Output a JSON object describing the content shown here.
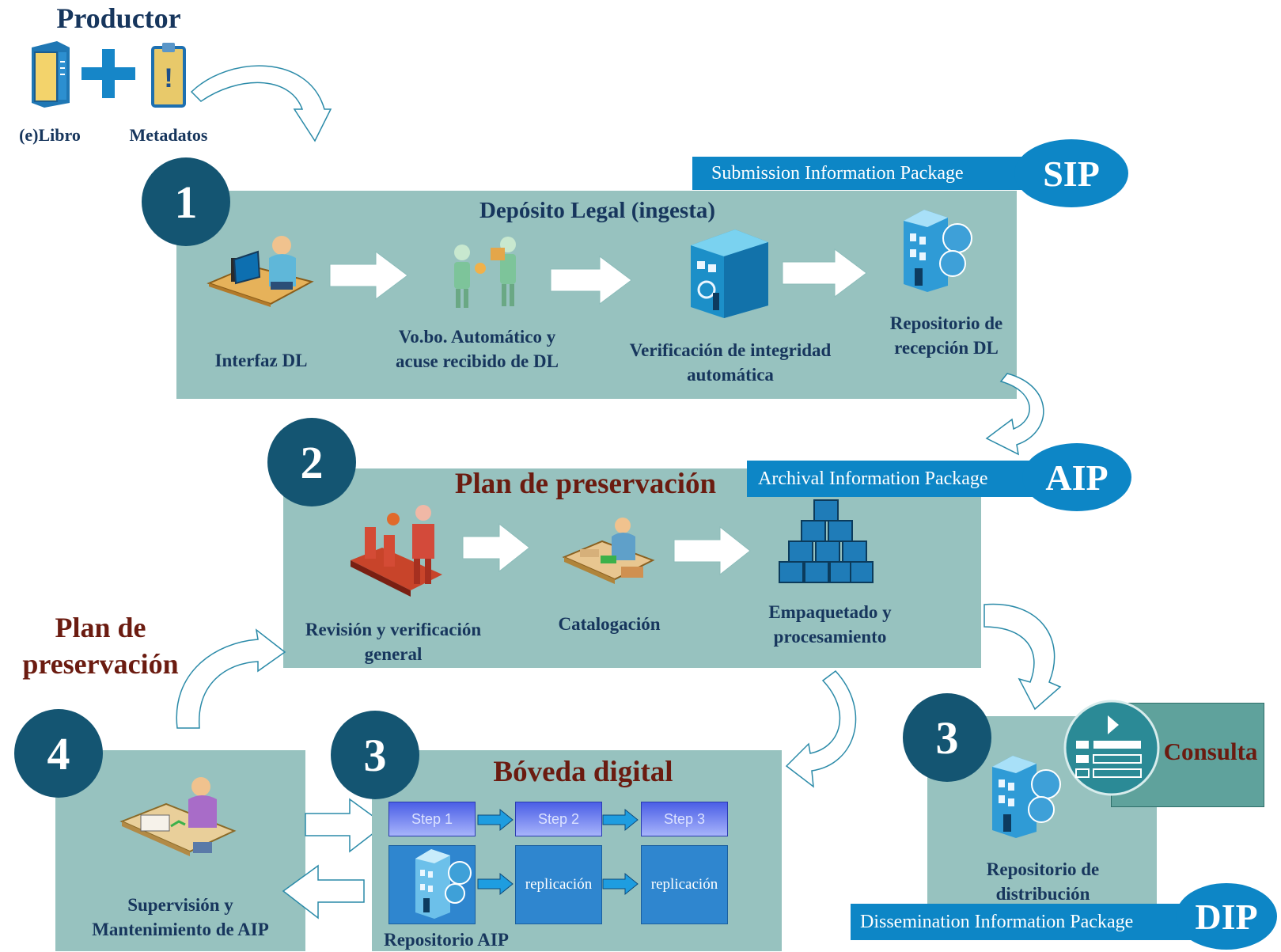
{
  "producer": {
    "title": "Productor",
    "book_label": "(e)Libro",
    "metadata_label": "Metadatos"
  },
  "sip": {
    "bar_text": "Submission Information Package",
    "badge": "SIP"
  },
  "aip": {
    "bar_text": "Archival Information Package",
    "badge": "AIP"
  },
  "dip": {
    "bar_text": "Dissemination Information Package",
    "badge": "DIP"
  },
  "stage1": {
    "number": "1",
    "title": "Depósito Legal (ingesta)",
    "steps": [
      "Interfaz DL",
      "Vo.bo. Automático  y\nacuse recibido de DL",
      "Verificación de integridad\nautomática",
      "Repositorio de\nrecepción DL"
    ]
  },
  "stage2": {
    "number": "2",
    "title": "Plan de preservación",
    "steps": [
      "Revisión y verificación\ngeneral",
      "Catalogación",
      "Empaquetado y\nprocesamiento"
    ]
  },
  "side_label": "Plan de\npreservación",
  "stage4": {
    "number": "4",
    "label": "Supervisión y\nMantenimiento de AIP"
  },
  "stage3_vault": {
    "number": "3",
    "title": "Bóveda digital",
    "steps": [
      "Step 1",
      "Step 2",
      "Step 3"
    ],
    "replication": [
      "replicación",
      "replicación"
    ],
    "repo_label": "Repositorio AIP"
  },
  "stage3_dist": {
    "number": "3",
    "consult": "Consulta",
    "label": "Repositorio de\ndistribución"
  },
  "icons": [
    "book-icon",
    "plus-icon",
    "clipboard-icon",
    "computer-user-icon",
    "handshake-icon",
    "data-center-icon",
    "server-globe-icon",
    "conveyor-icon",
    "cataloguer-icon",
    "boxes-icon",
    "supervisor-icon",
    "list-icon"
  ],
  "colors": {
    "panel": "#97c2bf",
    "circle": "#145572",
    "dark_text": "#17365d",
    "red_text": "#6b1b10",
    "badge_blue": "#0d86c6",
    "consult_panel": "#5fa29c"
  }
}
